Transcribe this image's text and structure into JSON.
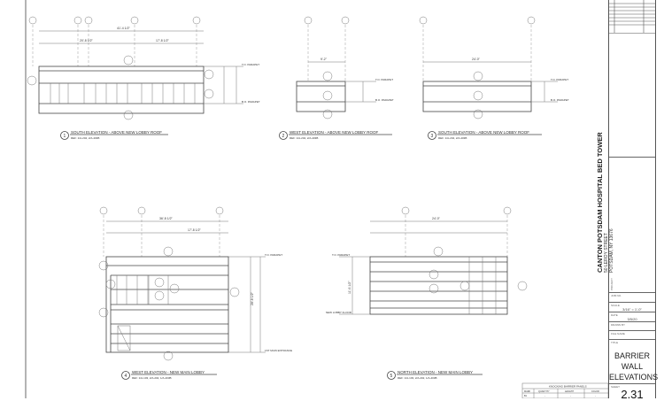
{
  "drawings": [
    {
      "number": "1",
      "title": "SOUTH ELEVATION - ABOVE NEW LOBBY ROOF",
      "ref": "REF: 1/A-204, 2/A-403B",
      "dims": [
        "41'-4 1/2\"",
        "20'-8 1/2\"",
        "17'-8 1/2\""
      ]
    },
    {
      "number": "2",
      "title": "WEST ELEVATION - ABOVE NEW LOBBY ROOF",
      "ref": "REF: 1/A-204, 2/A-403B",
      "dims": [
        "9'-2\""
      ]
    },
    {
      "number": "3",
      "title": "SOUTH ELEVATION - ABOVE NEW LOBBY ROOF",
      "ref": "REF: 1/A-204, 2/A-403B",
      "dims": [
        "24'-0\""
      ]
    },
    {
      "number": "4",
      "title": "WEST ELEVATION - NEW MAIN LOBBY",
      "ref": "REF: 1/A-103, 2/A-202, 1/A-403B",
      "dims": [
        "36'-8 1/2\"",
        "17'-8 1/2\"",
        "28'-8 1/2\""
      ]
    },
    {
      "number": "5",
      "title": "NORTH ELEVATION - NEW MAIN LOBBY",
      "ref": "REF: 1/A-103, 2/A-202, 1/A-403B",
      "dims": [
        "24'-0\"",
        "11'-6 1/2\""
      ]
    }
  ],
  "level_tags": {
    "top": "T.O. PARAPET",
    "bottom": "B.O. PARAPET",
    "main_entrance": "1ST MAIN ENTRANCE",
    "new_lobby_floor": "NEW LOBBY FLOOR"
  },
  "panel_table": {
    "title": "KNOCKING BARRIER PANELS",
    "headers": [
      "MARK",
      "QUANTITY",
      "LENGTH",
      "COLOR"
    ],
    "row": [
      "B1",
      "-",
      "-",
      "-"
    ]
  },
  "title_block": {
    "project_label": "PROJECT",
    "project_name": "CANTON POTSDAM HOSPITAL BED TOWER",
    "address_line1": "50 LEROY STREET",
    "address_line2": "POTSDAM, NY 13676",
    "job_no_label": "JOB NO.",
    "scale_label": "SCALE",
    "scale": "3/16\" = 1'-0\"",
    "date_label": "DATE",
    "date": "3/5/20",
    "drawn_by_label": "DRAWN BY",
    "file_name_label": "FILE NAME",
    "title_label": "TITLE",
    "title_lines": [
      "BARRIER",
      "WALL",
      "ELEVATIONS"
    ],
    "sheet_label": "SHEET",
    "sheet_number": "2.31"
  }
}
